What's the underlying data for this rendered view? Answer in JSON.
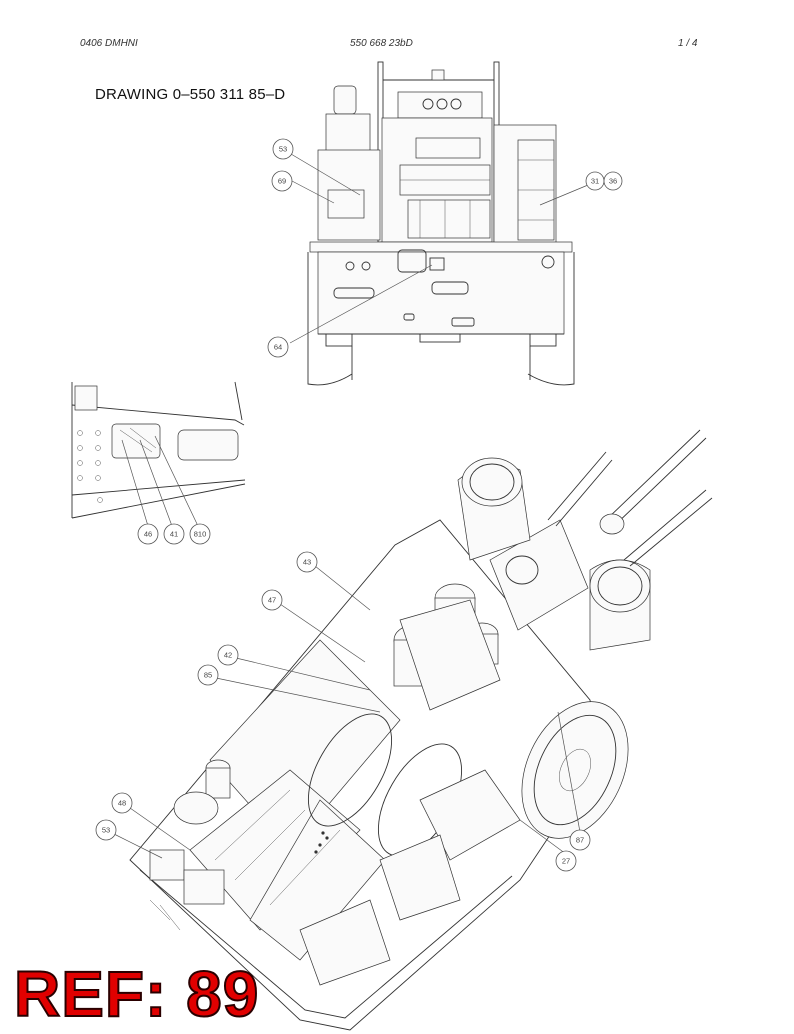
{
  "header": {
    "left": "0406 DMHNI",
    "center": "550 668 23bD",
    "right": "1 /   4"
  },
  "drawing_title": "DRAWING 0–550 311 85–D",
  "ref_label": "REF: 89",
  "callouts": {
    "top_view": [
      "53",
      "69",
      "31",
      "36",
      "64"
    ],
    "detail_view": [
      "46",
      "41",
      "810"
    ],
    "iso_view": [
      "43",
      "47",
      "42",
      "85",
      "48",
      "53",
      "87",
      "27"
    ]
  }
}
